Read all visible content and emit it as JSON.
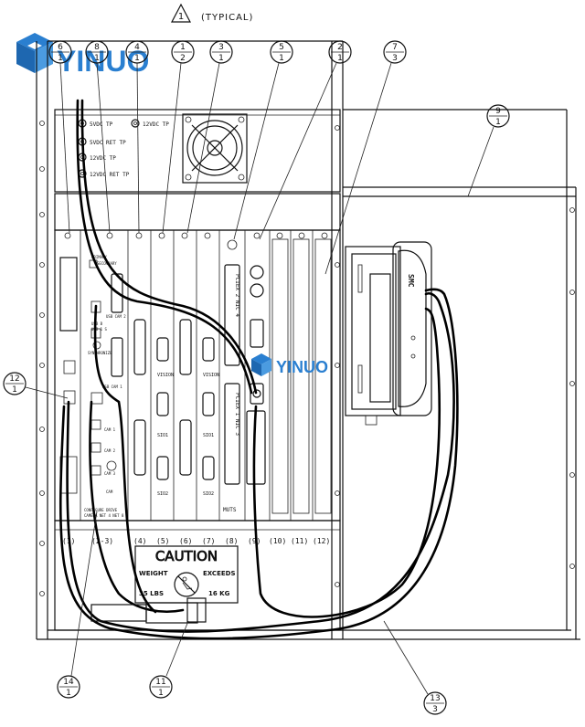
{
  "header": {
    "marker": "1",
    "note": "(TYPICAL)"
  },
  "logo": {
    "text": "YINUO",
    "color": "#2a7fd0"
  },
  "watermark": {
    "text": "YINUO",
    "color": "#2a7fd0"
  },
  "power_panel": {
    "labels": [
      "5VDC TP",
      "12VDC TP",
      "5VDC RET TP",
      "12VDC TP",
      "12VDC RET TP"
    ]
  },
  "slot_numbers": [
    "(1)",
    "(2-3)",
    "(4)",
    "(5)",
    "(6)",
    "(7)",
    "(8)",
    "(9)",
    "(10)",
    "(11)",
    "(12)"
  ],
  "board_labels": {
    "slot2": [
      "PRIMARY",
      "SECONDARY",
      "USB CAM 2",
      "USB B",
      "USB 1 S",
      "SYNCHRONIZE",
      "USB CAM 1",
      "CAM 1",
      "CAM 2",
      "CAM 3",
      "CAM"
    ],
    "vision1": "VISION",
    "sio1": "SIO1",
    "sio2a": "SIO2",
    "vision2": "VISION",
    "sio1b": "SIO1",
    "sio2b": "SIO2",
    "mut": "MUTS",
    "card1": "PCIEX 2 NIC 4",
    "card2": "PCIEX 1 NIC 3",
    "slot2_bottom": [
      "CONFIGURE DRIVE",
      "CAMERA NET 4 NET 8"
    ]
  },
  "drive": {
    "brand": "SMC"
  },
  "caution": {
    "title": "CAUTION",
    "left_top": "WEIGHT",
    "right_top": "EXCEEDS",
    "left_bottom": "35 LBS",
    "right_bottom": "16 KG"
  },
  "callouts": [
    {
      "id": "c6",
      "top": "6",
      "bottom": "1"
    },
    {
      "id": "c8",
      "top": "8",
      "bottom": "1"
    },
    {
      "id": "c4",
      "top": "4",
      "bottom": "1"
    },
    {
      "id": "c1",
      "top": "1",
      "bottom": "2"
    },
    {
      "id": "c3",
      "top": "3",
      "bottom": "1"
    },
    {
      "id": "c5",
      "top": "5",
      "bottom": "1"
    },
    {
      "id": "c2",
      "top": "2",
      "bottom": "1"
    },
    {
      "id": "c7",
      "top": "7",
      "bottom": "3"
    },
    {
      "id": "c9",
      "top": "9",
      "bottom": "1"
    },
    {
      "id": "c12",
      "top": "12",
      "bottom": "1"
    },
    {
      "id": "c14",
      "top": "14",
      "bottom": "1"
    },
    {
      "id": "c11",
      "top": "11",
      "bottom": "1"
    },
    {
      "id": "c13",
      "top": "13",
      "bottom": "3"
    }
  ]
}
